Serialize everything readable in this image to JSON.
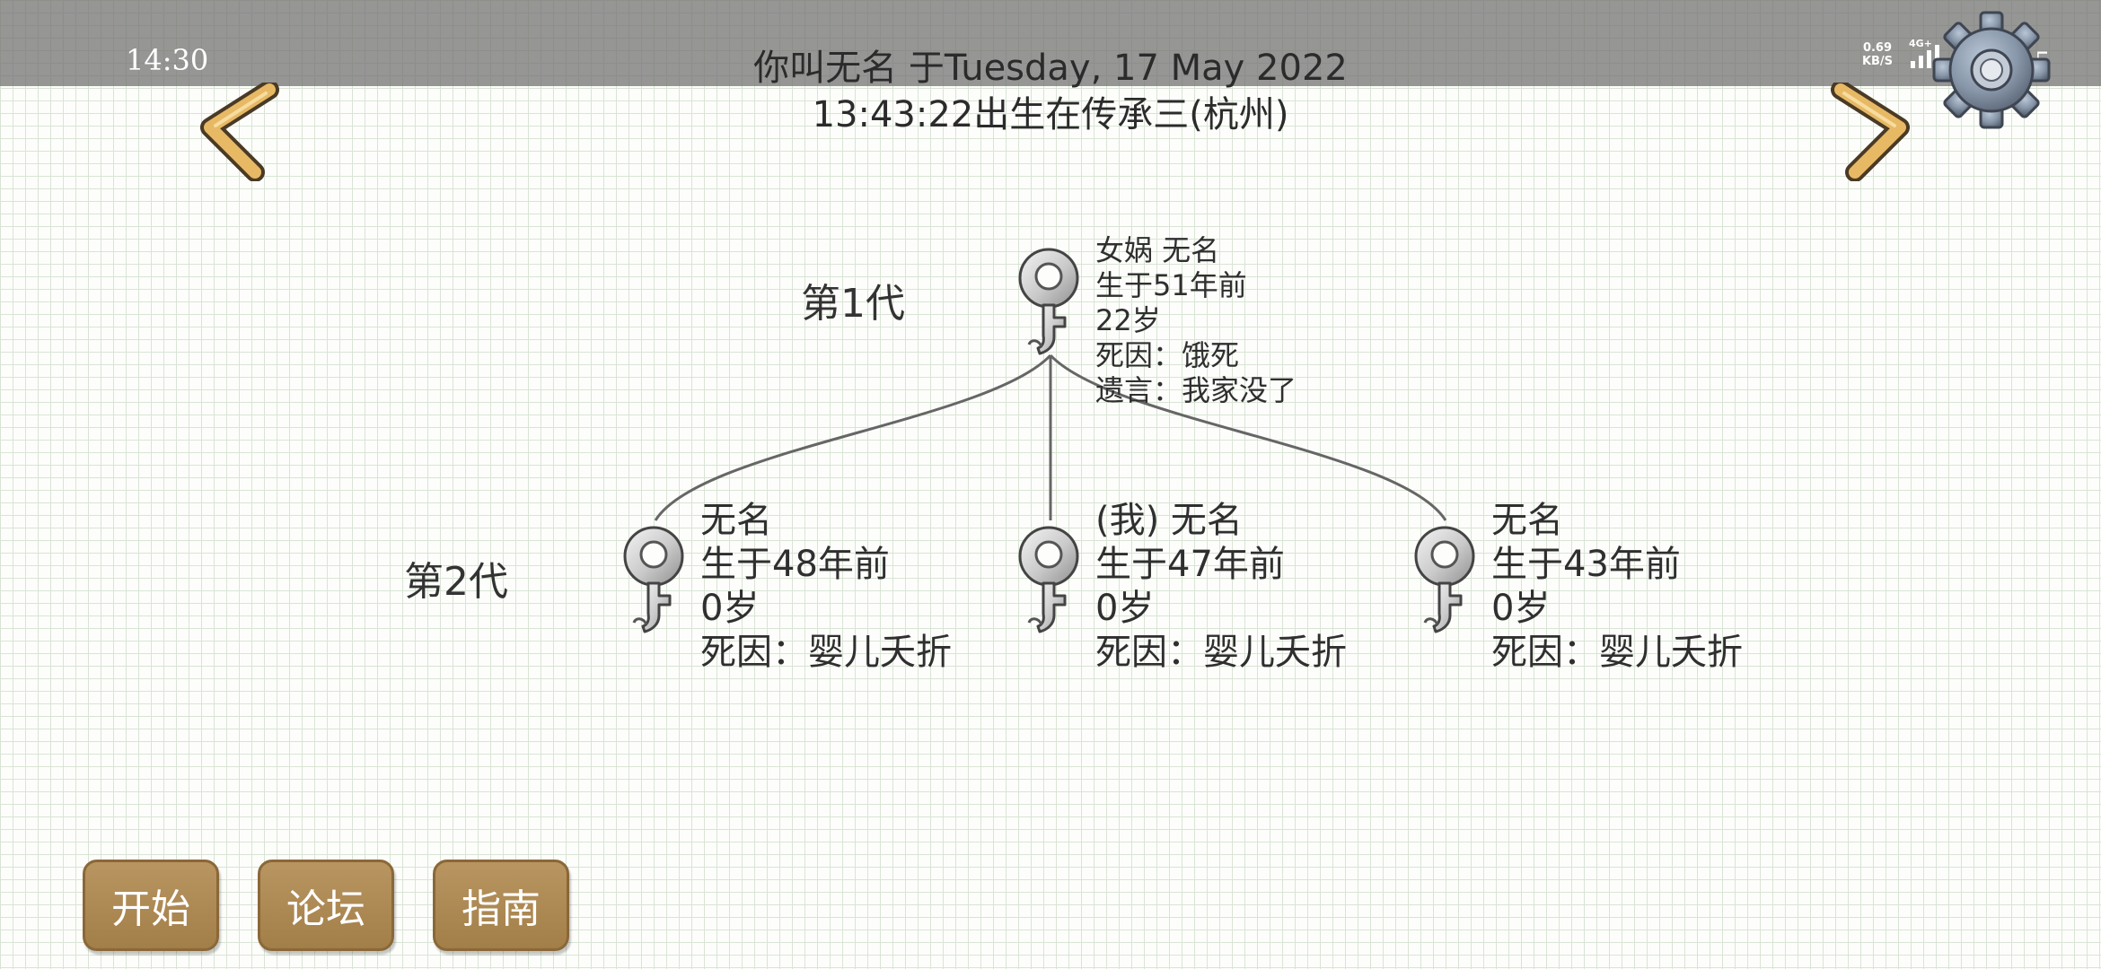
{
  "status_bar": {
    "time": "14:30",
    "net_speed_value": "0.69",
    "net_speed_unit": "KB/S",
    "network_type": "4G+",
    "battery_level": "15"
  },
  "header": {
    "line1": "你叫无名 于Tuesday, 17 May 2022",
    "line2": "13:43:22出生在传承三(杭州)"
  },
  "generations": [
    {
      "label": "第1代"
    },
    {
      "label": "第2代"
    }
  ],
  "people": [
    {
      "name_line": "女娲 无名",
      "born": "生于51年前",
      "age": "22岁",
      "death": "死因：饿死",
      "will": "遗言：我家没了"
    },
    {
      "name_line": "无名",
      "born": "生于48年前",
      "age": "0岁",
      "death": "死因：婴儿夭折"
    },
    {
      "name_line": "(我) 无名",
      "born": "生于47年前",
      "age": "0岁",
      "death": "死因：婴儿夭折"
    },
    {
      "name_line": "无名",
      "born": "生于43年前",
      "age": "0岁",
      "death": "死因：婴儿夭折"
    }
  ],
  "buttons": {
    "start": "开始",
    "forum": "论坛",
    "guide": "指南"
  },
  "icons": {
    "person": "female-symbol-icon",
    "prev": "chevron-left-icon",
    "next": "chevron-right-icon",
    "settings": "gear-icon"
  },
  "colors": {
    "button": "#a98550",
    "arrow": "#e7b964",
    "grid": "#d9e4d5"
  }
}
